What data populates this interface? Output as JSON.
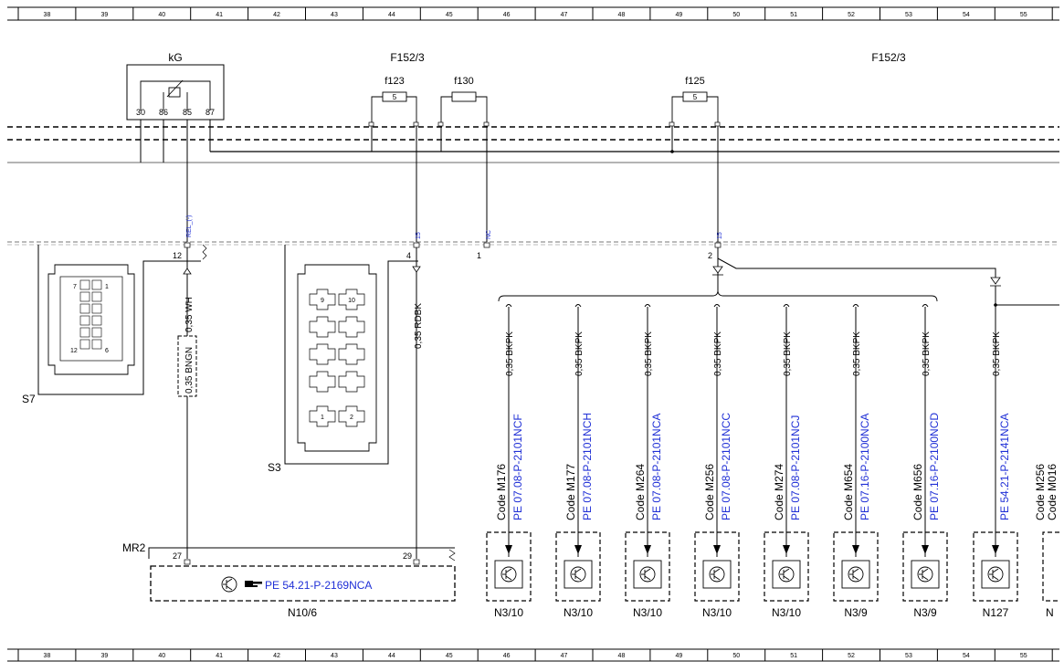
{
  "ruler": {
    "columns": [
      "38",
      "39",
      "40",
      "41",
      "42",
      "43",
      "44",
      "45",
      "46",
      "47",
      "48",
      "49",
      "50",
      "51",
      "52",
      "53",
      "54",
      "55"
    ]
  },
  "components": {
    "relay": {
      "name": "kG",
      "pins": [
        "30",
        "86",
        "85",
        "87"
      ]
    },
    "fusebox_left": {
      "name": "F152/3"
    },
    "fusebox_right": {
      "name": "F152/3"
    },
    "fuses": [
      {
        "name": "f123",
        "rating": "5"
      },
      {
        "name": "f130",
        "rating": ""
      },
      {
        "name": "f125",
        "rating": "5"
      }
    ],
    "s7": {
      "name": "S7",
      "pins": [
        "7",
        "1",
        "12",
        "6"
      ]
    },
    "s3": {
      "name": "S3",
      "pins": [
        "9",
        "10",
        "1",
        "2"
      ]
    },
    "mr2": {
      "name": "MR2"
    },
    "n10_6": {
      "name": "N10/6",
      "link": "PE 54.21-P-2169NCA"
    }
  },
  "signals": {
    "rel": "REL_(-)",
    "s15a": "15",
    "nc": "NC",
    "s15b": "15"
  },
  "pins": {
    "p12": "12",
    "p4": "4",
    "p1": "1",
    "p2": "2",
    "p27": "27",
    "p29": "29"
  },
  "wires": {
    "wh": "0,35 WH",
    "bngn": "0,35 BNGN",
    "rdbk": "0,35 RDBK"
  },
  "branches": [
    {
      "wire": "0,35 BKPK",
      "code": "Code M176",
      "link": "PE 07.08-P-2101NCF",
      "module": "N3/10"
    },
    {
      "wire": "0,35 BKPK",
      "code": "Code M177",
      "link": "PE 07.08-P-2101NCH",
      "module": "N3/10"
    },
    {
      "wire": "0,35 BKPK",
      "code": "Code M264",
      "link": "PE 07.08-P-2101NCA",
      "module": "N3/10"
    },
    {
      "wire": "0,35 BKPK",
      "code": "Code M256",
      "link": "PE 07.08-P-2101NCC",
      "module": "N3/10"
    },
    {
      "wire": "0,35 BKPK",
      "code": "Code M274",
      "link": "PE 07.08-P-2101NCJ",
      "module": "N3/10"
    },
    {
      "wire": "0,35 BKPK",
      "code": "Code M654",
      "link": "PE 07.16-P-2100NCA",
      "module": "N3/9"
    },
    {
      "wire": "0,35 BKPK",
      "code": "Code M656",
      "link": "PE 07.16-P-2100NCD",
      "module": "N3/9"
    },
    {
      "wire": "0,35 BKPK",
      "code": "",
      "link": "PE 54.21-P-2141NCA",
      "module": "N127"
    }
  ],
  "cutoff": {
    "code1": "Code M256",
    "code2": "Code M016",
    "module": "N"
  }
}
